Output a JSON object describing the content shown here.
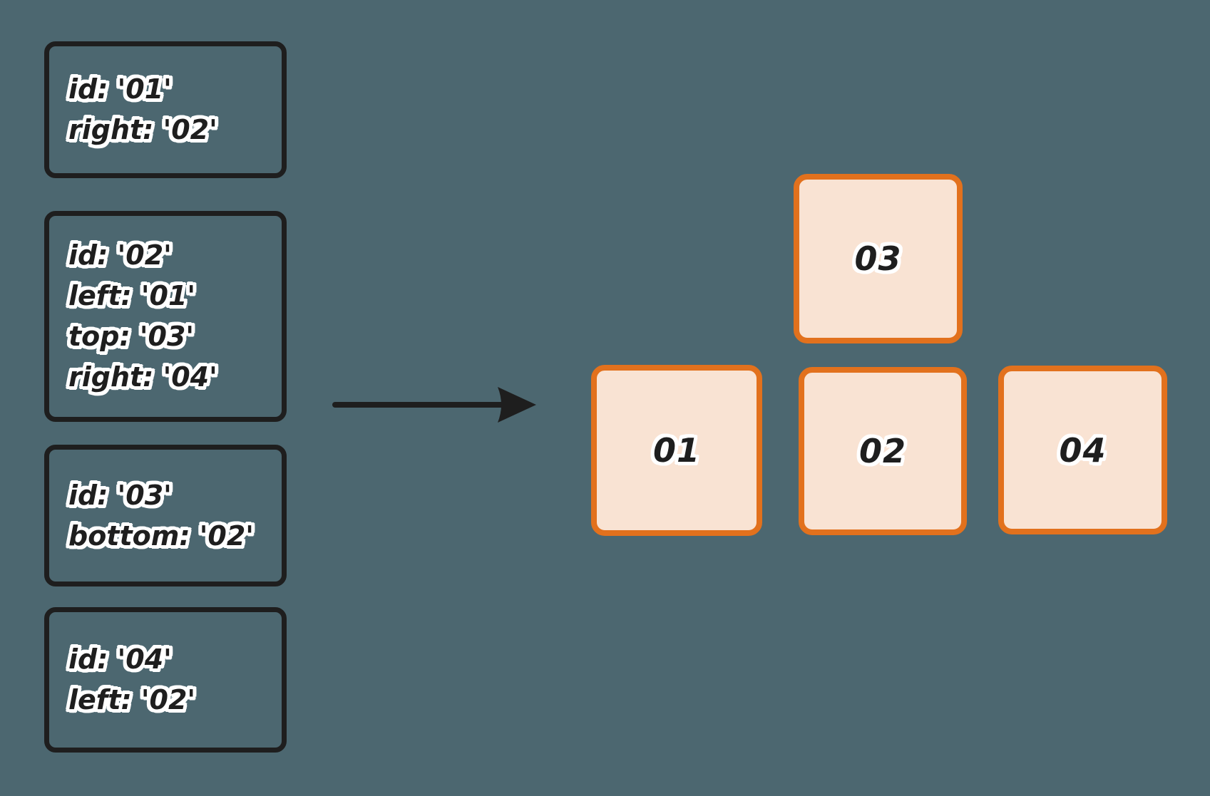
{
  "canvas": {
    "background_color": "#4c6770"
  },
  "colors": {
    "card_stroke": "#1e1e1e",
    "text_color": "#1e1e1e",
    "text_outline": "#ffffff",
    "node_border": "#e2711d",
    "node_fill": "#f9e3d3",
    "arrow_color": "#1e1e1e"
  },
  "definition_cards": [
    {
      "node_id": "01",
      "lines": [
        "id: '01'",
        "right: '02'"
      ]
    },
    {
      "node_id": "02",
      "lines": [
        "id: '02'",
        "left: '01'",
        "top: '03'",
        "right: '04'"
      ]
    },
    {
      "node_id": "03",
      "lines": [
        "id: '03'",
        "bottom: '02'"
      ]
    },
    {
      "node_id": "04",
      "lines": [
        "id: '04'",
        "left: '02'"
      ]
    }
  ],
  "arrow": {
    "direction": "right"
  },
  "layout_nodes": [
    {
      "label": "03",
      "position": "top-center"
    },
    {
      "label": "01",
      "position": "bottom-left"
    },
    {
      "label": "02",
      "position": "bottom-center"
    },
    {
      "label": "04",
      "position": "bottom-right"
    }
  ]
}
